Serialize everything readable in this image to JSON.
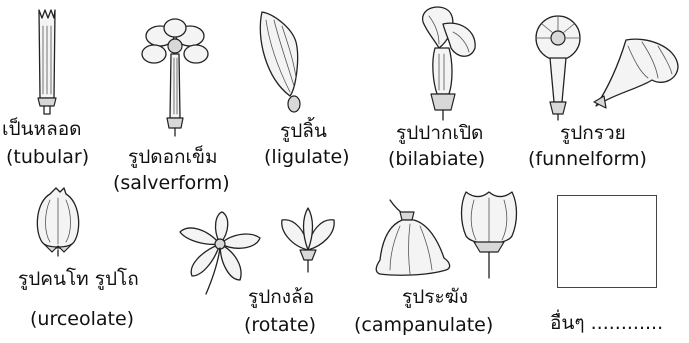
{
  "flower_shapes": [
    {
      "thai": "เป็นหลอด",
      "english": "(tubular)"
    },
    {
      "thai": "รูปดอกเข็ม",
      "english": "(salverform)"
    },
    {
      "thai": "รูปลิ้น",
      "english": "(ligulate)"
    },
    {
      "thai": "รูปปากเปิด",
      "english": "(bilabiate)"
    },
    {
      "thai": "รูปกรวย",
      "english": "(funnelform)"
    },
    {
      "thai": "รูปคนโท รูปโถ",
      "english": "(urceolate)"
    },
    {
      "thai": "รูปกงล้อ",
      "english": "(rotate)"
    },
    {
      "thai": "รูประฆัง",
      "english": "(campanulate)"
    }
  ],
  "other": {
    "label": "อื่นๆ ............"
  }
}
